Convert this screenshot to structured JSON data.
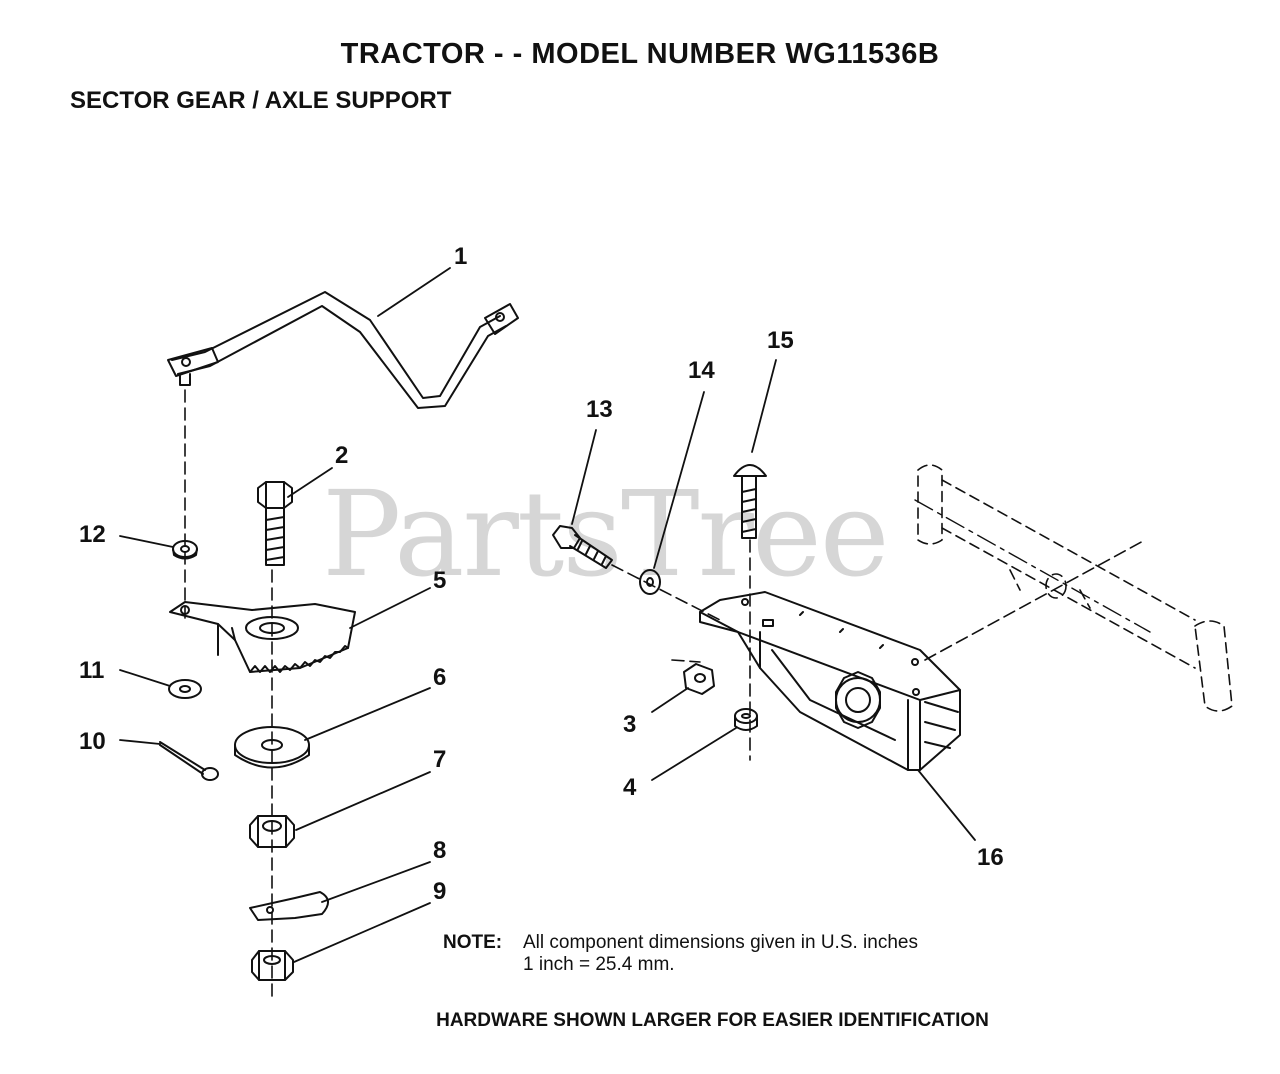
{
  "header": {
    "title": "TRACTOR - - MODEL NUMBER WG11536B",
    "subtitle": "SECTOR GEAR / AXLE SUPPORT"
  },
  "watermark": "PartsTree",
  "callouts": [
    "1",
    "2",
    "3",
    "4",
    "5",
    "6",
    "7",
    "8",
    "9",
    "10",
    "11",
    "12",
    "13",
    "14",
    "15",
    "16"
  ],
  "note": {
    "label": "NOTE:",
    "line1": "All component dimensions given in U.S. inches",
    "line2": "1 inch = 25.4 mm."
  },
  "footer": "HARDWARE SHOWN LARGER FOR EASIER IDENTIFICATION",
  "colors": {
    "ink": "#111111",
    "watermark": "#d6d6d6"
  }
}
